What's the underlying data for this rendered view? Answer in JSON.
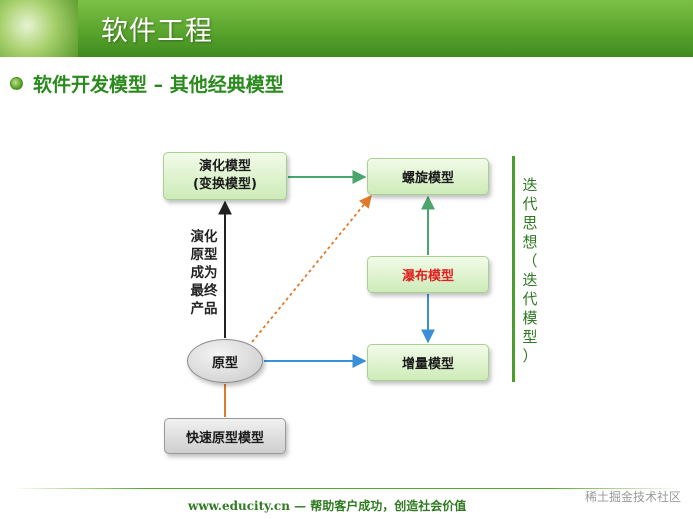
{
  "header": {
    "title": "软件工程"
  },
  "subtitle": "软件开发模型 – 其他经典模型",
  "nodes": {
    "evolution_line1": "演化模型",
    "evolution_line2": "(变换模型)",
    "spiral": "螺旋模型",
    "waterfall": "瀑布模型",
    "incremental": "增量模型",
    "prototype": "原型",
    "rapid_prototype": "快速原型模型"
  },
  "side_label": [
    "演化",
    "原型",
    "成为",
    "最终",
    "产品"
  ],
  "vertical_label": [
    "迭",
    "代",
    "思",
    "想",
    "（",
    "迭",
    "代",
    "模",
    "型",
    "）"
  ],
  "footer": {
    "text": "www.educity.cn — 帮助客户成功，创造社会价值"
  },
  "watermark": "稀土掘金技术社区",
  "colors": {
    "header_green": "#5aa52d",
    "node_fill": "#cdebb8",
    "arrow_green": "#4aa66d",
    "arrow_blue": "#3a8fd6",
    "arrow_orange": "#e07a2a",
    "arrow_dark": "#222222",
    "waterfall_text": "#e02020"
  }
}
